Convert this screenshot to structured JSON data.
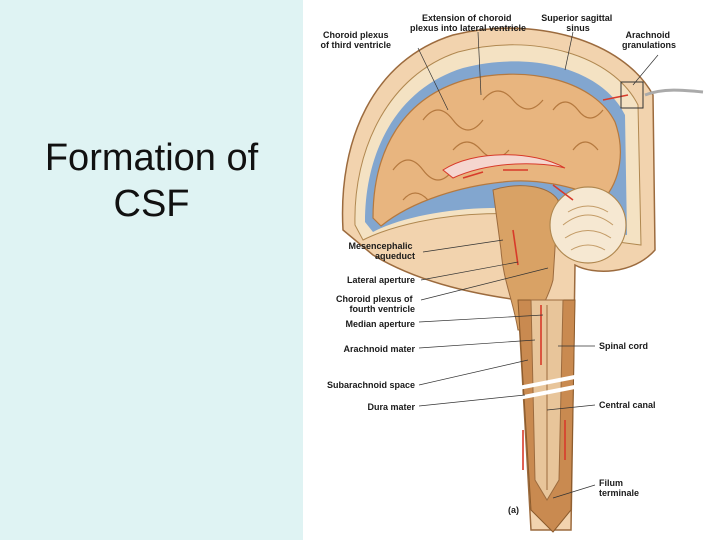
{
  "slide": {
    "title_line1": "Formation of",
    "title_line2": "CSF",
    "background_color": "#dff3f3"
  },
  "figure": {
    "panel_label": "(a)",
    "colors": {
      "brain": "#e8b57f",
      "brain_dark": "#b5793f",
      "csf_blue": "#6d9bd1",
      "flow_red": "#d83a2a",
      "skin": "#f2d3ae",
      "bone": "#f4e2c3",
      "cord": "#d9a265"
    },
    "labels": {
      "choroid_third_1": "Choroid plexus",
      "choroid_third_2": "of third ventricle",
      "extension_1": "Extension of choroid",
      "extension_2": "plexus into lateral ventricle",
      "sagittal_1": "Superior sagittal",
      "sagittal_2": "sinus",
      "arachnoid_gran_1": "Arachnoid",
      "arachnoid_gran_2": "granulations",
      "mesencephalic_1": "Mesencephalic",
      "mesencephalic_2": "aqueduct",
      "lateral_aperture": "Lateral aperture",
      "choroid_fourth_1": "Choroid plexus of",
      "choroid_fourth_2": "fourth ventricle",
      "median_aperture": "Median aperture",
      "arachnoid_mater": "Arachnoid mater",
      "subarachnoid": "Subarachnoid space",
      "dura_mater": "Dura mater",
      "spinal_cord": "Spinal cord",
      "central_canal": "Central canal",
      "filum_1": "Filum",
      "filum_2": "terminale"
    }
  }
}
